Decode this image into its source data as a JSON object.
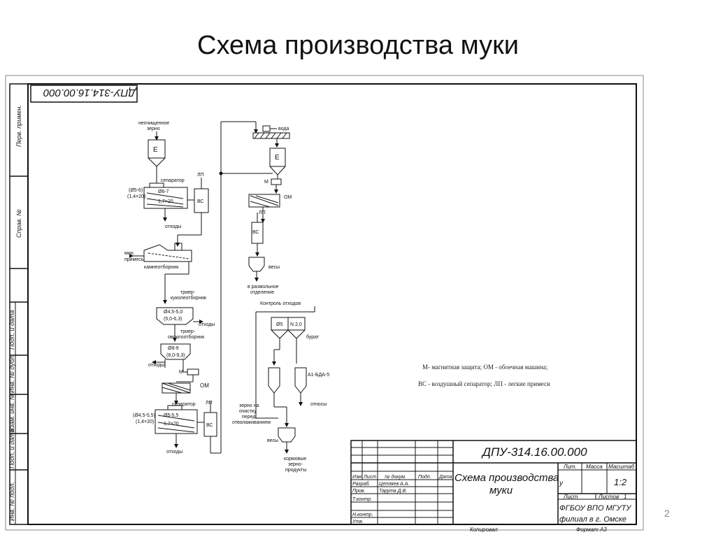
{
  "slide": {
    "title": "Схема производства муки",
    "page_number": "2"
  },
  "drawing": {
    "code_rotated": "ДПУ-314.16.00.000",
    "side_labels": [
      "Перв. примен.",
      "Справ. №",
      "Подп. и дата",
      "Инв. № дубл.",
      "Взам. инв. №",
      "Подп. и дата",
      "Инв. № подл."
    ],
    "nodes": {
      "uncleaned_grain": "неочищенное зерно",
      "E": "Е",
      "separator": "сепаратор",
      "lp": "ЛП",
      "vs": "ВС",
      "sieve1": "(Ø5-6)",
      "sieve1b": "(1,4×20)",
      "sieve2": "Ø6-7",
      "sieve3": "1,7×20",
      "waste": "отходы",
      "min_impurity": "мин. примесь",
      "stone_separator": "камнеотборник",
      "cockle_trier": "триер-куколеотборник",
      "trier1_a": "Ø4,5-5,0",
      "trier1_b": "(5,0-6,3)",
      "oat_trier": "триер-овсюгоотборник",
      "trier2_a": "Ø8-9",
      "trier2_b": "(8,0-9,3)",
      "m": "М",
      "om": "ОМ",
      "sieve4": "(Ø4,5-5,5)",
      "sieve4b": "(1,4×20)",
      "sieve5": "Ø5-5,5",
      "water": "вода",
      "scales": "весы",
      "to_milling": "в размольное отделение",
      "waste_control": "Контроль отходов",
      "d5": "Ø5",
      "n20": "N 2,0",
      "burat": "бурат",
      "a1": "А1-БДА-5",
      "aspiration_waste": "относы",
      "grain_cleaning": "зерно на очистку перед отволаживанием",
      "scales2": "весы",
      "feed_products": "кормовые зерно-продукты"
    },
    "legend": [
      "М- магнитная защита; ОМ - обоечная машина;",
      "ВС - воздушный сепаратор; ЛП - легкие примеси"
    ],
    "title_block": {
      "code": "ДПУ-314.16.00.000",
      "name_line1": "Схема производства",
      "name_line2": "муки",
      "col_izm": "Изм",
      "col_list": "Лист",
      "col_doc": "№ докум.",
      "col_sign": "Подп.",
      "col_date": "Дата",
      "row_razrab": "Разраб.",
      "row_prov": "Пров.",
      "row_tkontr": "Т.контр.",
      "row_nkontr": "Н.контр.",
      "row_utv": "Утв.",
      "razrab_name": "Цепляев А.А.",
      "prov_name": "Тарута Д.В.",
      "lit": "Лит.",
      "massa": "Масса",
      "masshtab": "Масштаб",
      "lit_value": "у",
      "scale_value": "1:2",
      "sheet": "Лист",
      "sheets": "Листов",
      "sheets_value": "1",
      "org_line1": "ФГБОУ ВПО МГУТУ",
      "org_line2": "филиал в г. Омске",
      "copied": "Копировал",
      "format": "Формат  А3"
    }
  }
}
